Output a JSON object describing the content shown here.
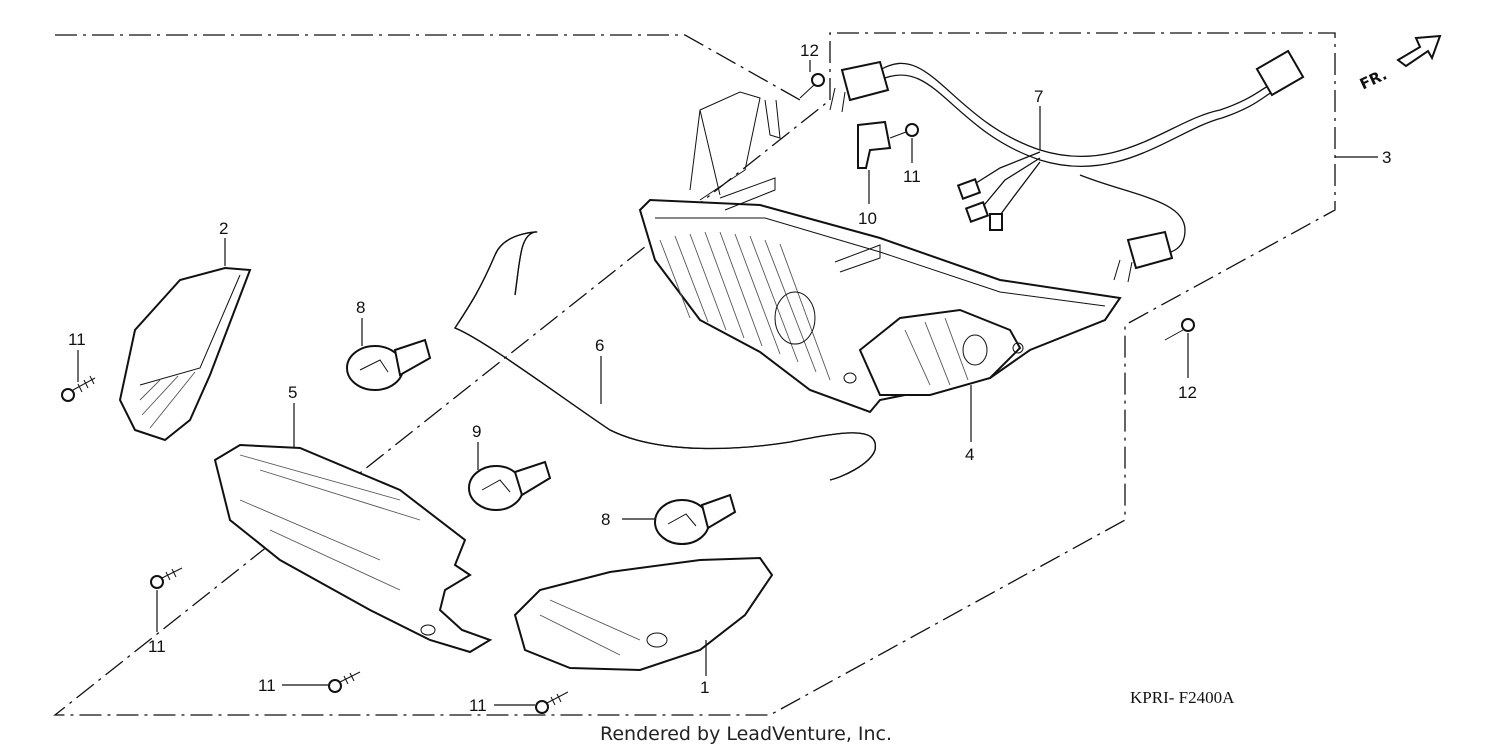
{
  "diagram": {
    "drawing_code": "KPRI- F2400A",
    "footer": "Rendered by LeadVenture, Inc.",
    "front_marker": "FR.",
    "callouts": [
      {
        "id": "c1",
        "label": "1"
      },
      {
        "id": "c2",
        "label": "2"
      },
      {
        "id": "c3",
        "label": "3"
      },
      {
        "id": "c4",
        "label": "4"
      },
      {
        "id": "c5",
        "label": "5"
      },
      {
        "id": "c6",
        "label": "6"
      },
      {
        "id": "c7",
        "label": "7"
      },
      {
        "id": "c8a",
        "label": "8"
      },
      {
        "id": "c8b",
        "label": "8"
      },
      {
        "id": "c9",
        "label": "9"
      },
      {
        "id": "c10",
        "label": "10"
      },
      {
        "id": "c11a",
        "label": "11"
      },
      {
        "id": "c11b",
        "label": "11"
      },
      {
        "id": "c11c",
        "label": "11"
      },
      {
        "id": "c11d",
        "label": "11"
      },
      {
        "id": "c11e",
        "label": "11"
      },
      {
        "id": "c12a",
        "label": "12"
      },
      {
        "id": "c12b",
        "label": "12"
      }
    ]
  }
}
